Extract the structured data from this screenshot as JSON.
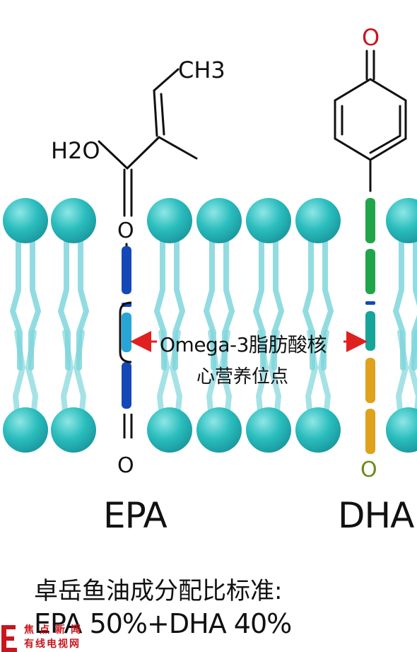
{
  "molecules": {
    "epa": {
      "name": "EPA",
      "methyl": "CH3",
      "water": "H2O",
      "oxygen_labels": [
        "O",
        "O"
      ]
    },
    "dha": {
      "name": "DHA",
      "oxygen_labels": [
        "O",
        "O"
      ]
    }
  },
  "annotation": {
    "line1": "Omega-3脂肪酸核",
    "line2": "心营养位点"
  },
  "standard": {
    "title": "卓岳鱼油成分配比标准:",
    "ratio": "EPA 50%+DHA 40%"
  },
  "watermark": {
    "line1": "焦点新闻",
    "line2": "有线电视网"
  },
  "colors": {
    "lipid_head": "#2bbdbd",
    "lipid_tail": "#7fd6dc",
    "epa_chain": "#1448b8",
    "epa_highlight": "#27a6d6",
    "dha_green": "#22a54a",
    "dha_teal": "#17a59a",
    "dha_orange": "#e0a21c",
    "arrow_red": "#e02020",
    "watermark_red": "#c8161e"
  }
}
